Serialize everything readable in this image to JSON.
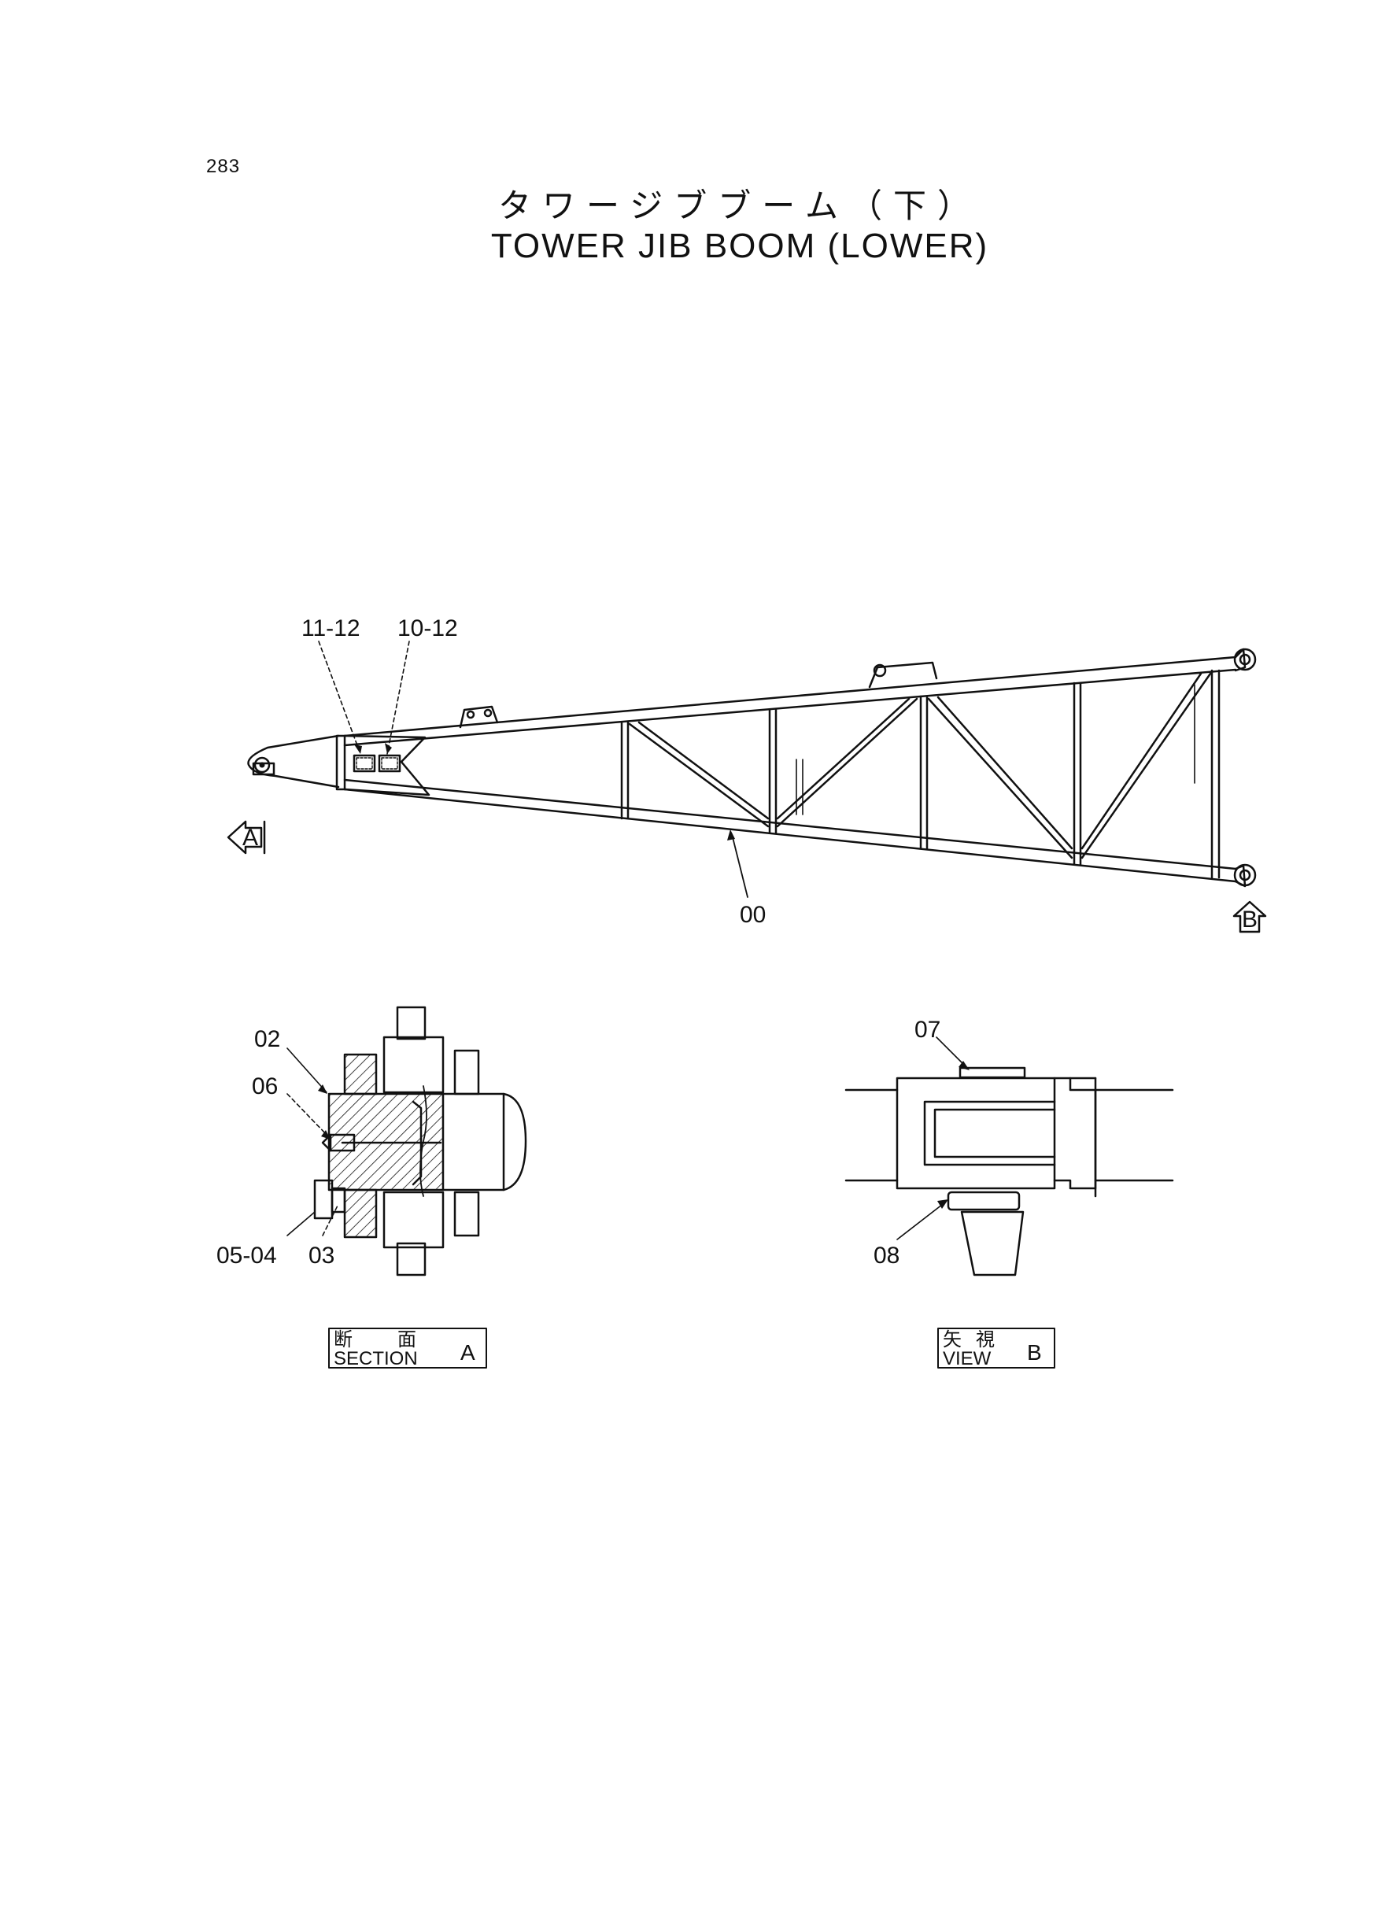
{
  "page_number": "283",
  "title_jp": "タワージブブーム（下）",
  "title_en": "TOWER JIB BOOM (LOWER)",
  "callouts": {
    "p11_12": "11-12",
    "p10_12": "10-12",
    "p00": "00",
    "p02": "02",
    "p06": "06",
    "p05_04": "05-04",
    "p03": "03",
    "p07": "07",
    "p08": "08"
  },
  "view_markers": {
    "a": "A",
    "b": "B"
  },
  "section_caption": {
    "jp_1": "断",
    "jp_2": "面",
    "en": "SECTION",
    "letter": "A"
  },
  "view_caption": {
    "jp_1": "矢",
    "jp_2": "視",
    "en": "VIEW",
    "letter": "B"
  }
}
